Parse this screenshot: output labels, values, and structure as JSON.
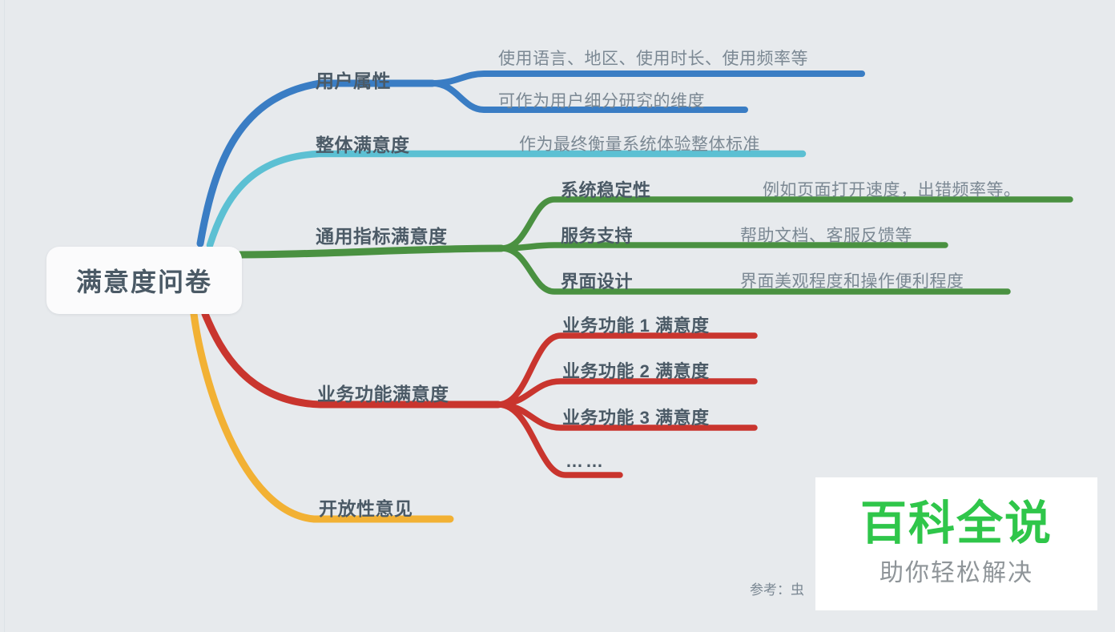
{
  "diagram": {
    "type": "mind-map",
    "title": "满意度问卷",
    "root": {
      "label": "满意度问卷"
    },
    "colors": {
      "background": "#e7eaed",
      "blue": "#3a7dc4",
      "cyan": "#5cc0d3",
      "green": "#4a9141",
      "red": "#c9352e",
      "amber": "#f2b134",
      "text_dark": "#4b5a66",
      "text_muted": "#7b8893",
      "watermark_green": "#2fc64a"
    },
    "branches": [
      {
        "id": "user-attributes",
        "label": "用户属性",
        "color": "#3a7dc4",
        "children": [
          {
            "label": "使用语言、地区、使用时长、使用频率等",
            "style": "desc"
          },
          {
            "label": "可作为用户细分研究的维度",
            "style": "desc"
          }
        ]
      },
      {
        "id": "overall-satisfaction",
        "label": "整体满意度",
        "color": "#5cc0d3",
        "children": [
          {
            "label": "作为最终衡量系统体验整体标准",
            "style": "desc"
          }
        ]
      },
      {
        "id": "general-metric-satisfaction",
        "label": "通用指标满意度",
        "color": "#4a9141",
        "children": [
          {
            "label": "系统稳定性",
            "desc": "例如页面打开速度，出错频率等。"
          },
          {
            "label": "服务支持",
            "desc": "帮助文档、客服反馈等"
          },
          {
            "label": "界面设计",
            "desc": "界面美观程度和操作便利程度"
          }
        ]
      },
      {
        "id": "business-function-satisfaction",
        "label": "业务功能满意度",
        "color": "#c9352e",
        "children": [
          {
            "label": "业务功能 1 满意度"
          },
          {
            "label": "业务功能 2 满意度"
          },
          {
            "label": "业务功能 3 满意度"
          },
          {
            "label": "……"
          }
        ]
      },
      {
        "id": "open-feedback",
        "label": "开放性意见",
        "color": "#f2b134",
        "children": []
      }
    ]
  },
  "footer": {
    "reference": "参考：虫"
  },
  "watermark": {
    "main": "百科全说",
    "sub": "助你轻松解决"
  }
}
